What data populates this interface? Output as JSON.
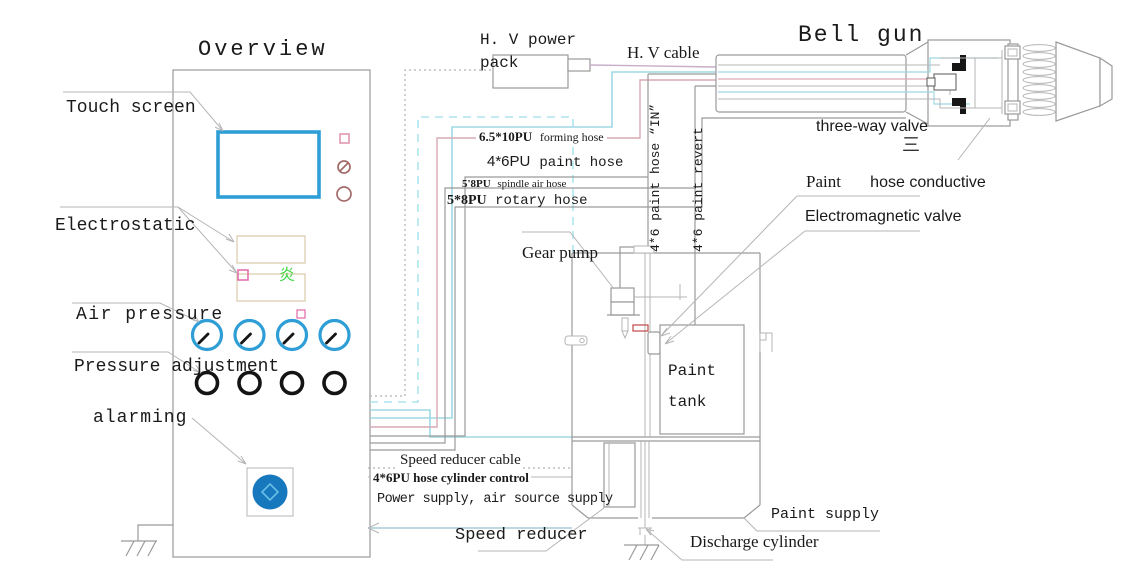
{
  "colors": {
    "line_gray": "#9a9a9a",
    "panel_blue": "#2f9ed6",
    "alarm_blue": "#1878be",
    "alarm_diamond": "#66c0e8",
    "hose_pink": "#d9aab4",
    "hv_cable": "#c8aec8",
    "hose_cyan": "#9fd8e4",
    "hose_cyan_dashed": "#aee4ee",
    "box_tan": "#d8cba6",
    "marker_pink": "#e268a8",
    "indicator_red": "#a36a6a",
    "flame_green": "#3fd63f"
  },
  "panel": {
    "title": "Overview",
    "touch_screen": "Touch screen",
    "electrostatic": "Electrostatic",
    "air_pressure": "Air pressure",
    "pressure_adjustment": "Pressure adjustment",
    "alarming": "alarming",
    "flame_char": "炎"
  },
  "power_pack": {
    "label": "H. V power pack",
    "cable": "H. V cable"
  },
  "gun": {
    "title": "Bell gun",
    "three_way_valve": "three-way valve",
    "cjk_char": "三",
    "paint_word": "Paint",
    "hose_conductive": "hose conductive",
    "electromagnetic_valve": "Electromagnetic valve"
  },
  "hoses": {
    "forming_size": "6.5*10PU",
    "forming_name": "forming hose",
    "paint_size": "4*6PU",
    "paint_name": "paint hose",
    "spindle_size": "5'8PU",
    "spindle_name": "spindle air hose",
    "rotary_size": "5*8PU",
    "rotary_name": "rotary hose",
    "vertical_in": "4*6 paint hose “IN”",
    "vertical_revert": "4*6 paint revert"
  },
  "machine": {
    "gear_pump": "Gear pump",
    "tank_line1": "Paint",
    "tank_line2": "tank",
    "paint_supply": "Paint supply",
    "discharge_cylinder": "Discharge cylinder",
    "speed_reducer": "Speed reducer"
  },
  "cables": {
    "speed_reducer_cable": "Speed reducer cable",
    "hose_cylinder_control": "4*6PU hose cylinder control",
    "power_supply": "Power supply, air source supply"
  }
}
